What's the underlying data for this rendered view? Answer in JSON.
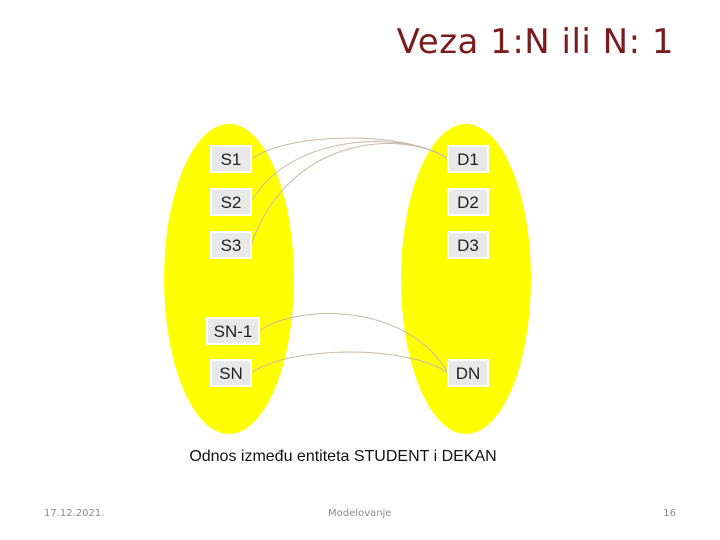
{
  "slide": {
    "title": "Veza 1:N ili N: 1",
    "caption": "Odnos između entiteta STUDENT i DEKAN"
  },
  "footer": {
    "date": "17.12.2021.",
    "center": "Modelovanje",
    "page": "16"
  },
  "diagram": {
    "fill_color": "#ffff00",
    "box_color": "#e8e8e8",
    "line_color": "#c8b9a6",
    "left_set": [
      "S1",
      "S2",
      "S3",
      "SN-1",
      "SN"
    ],
    "right_set": [
      "D1",
      "D2",
      "D3",
      "DN"
    ],
    "links": [
      {
        "from": "S1",
        "to": "D1"
      },
      {
        "from": "S2",
        "to": "D1"
      },
      {
        "from": "S3",
        "to": "D1"
      },
      {
        "from": "SN-1",
        "to": "DN"
      },
      {
        "from": "SN",
        "to": "DN"
      }
    ]
  }
}
